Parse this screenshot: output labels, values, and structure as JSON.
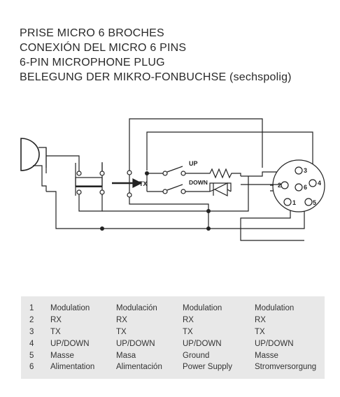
{
  "titles": [
    "PRISE MICRO 6 BROCHES",
    "CONEXIÓN DEL MICRO 6 PINS",
    "6-PIN MICROPHONE PLUG",
    "BELEGUNG DER MIKRO-FONBUCHSE (sechspolig)"
  ],
  "diagram": {
    "tx_label": "TX",
    "up_label": "UP",
    "down_label": "DOWN",
    "pins": [
      "1",
      "2",
      "3",
      "4",
      "5",
      "6"
    ]
  },
  "legend": {
    "rows": [
      {
        "n": "1",
        "fr": "Modulation",
        "es": "Modulación",
        "en": "Modulation",
        "de": "Modulation"
      },
      {
        "n": "2",
        "fr": "RX",
        "es": "RX",
        "en": "RX",
        "de": "RX"
      },
      {
        "n": "3",
        "fr": "TX",
        "es": "TX",
        "en": "TX",
        "de": "TX"
      },
      {
        "n": "4",
        "fr": "UP/DOWN",
        "es": "UP/DOWN",
        "en": "UP/DOWN",
        "de": "UP/DOWN"
      },
      {
        "n": "5",
        "fr": "Masse",
        "es": "Masa",
        "en": "Ground",
        "de": "Masse"
      },
      {
        "n": "6",
        "fr": "Alimentation",
        "es": "Alimentación",
        "en": "Power Supply",
        "de": "Stromversorgung"
      }
    ]
  }
}
